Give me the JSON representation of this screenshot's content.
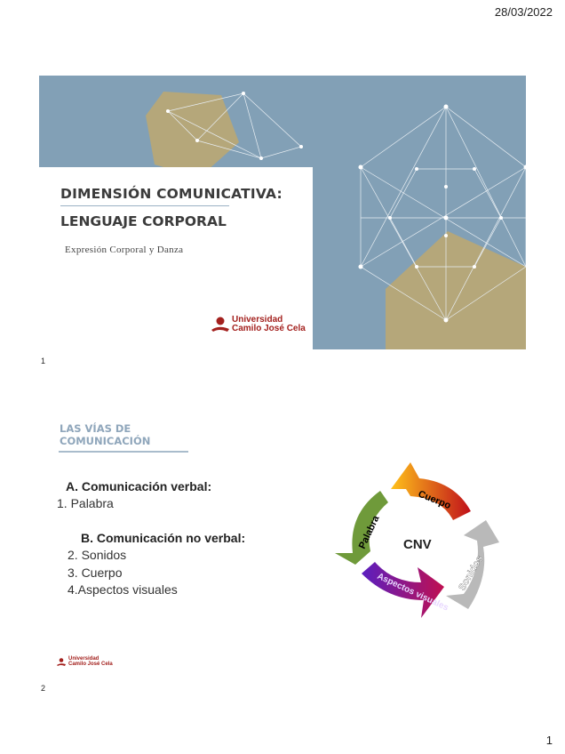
{
  "header": {
    "date": "28/03/2022"
  },
  "slide1": {
    "number": "1",
    "title_line1": "DIMENSIÓN COMUNICATIVA:",
    "title_line2": "LENGUAJE CORPORAL",
    "subtitle": "Expresión Corporal y Danza",
    "logo": {
      "line1": "Universidad",
      "line2": "Camilo José Cela"
    },
    "colors": {
      "background": "#82a0b6",
      "accent_shape": "#b5a77a",
      "logo": "#a3201d"
    }
  },
  "slide2": {
    "number": "2",
    "title_line1": "LAS VÍAS DE",
    "title_line2": "COMUNICACIÓN",
    "section_a": "A. Comunicación verbal:",
    "item1": "1. Palabra",
    "section_b": "B. Comunicación no verbal:",
    "item2": "2. Sonidos",
    "item3": "3. Cuerpo",
    "item4": "4.Aspectos visuales",
    "logo": {
      "line1": "Universidad",
      "line2": "Camilo José Cela"
    },
    "diagram": {
      "center": "CNV",
      "arrows": [
        "Cuerpo",
        "Sonidos",
        "Aspectos visuales",
        "Palabra"
      ],
      "colors": {
        "cuerpo": "#e8501a",
        "sonidos": "#b9b9b9",
        "aspectos": "#8a1fb0",
        "palabra": "#6f9a3a"
      }
    }
  },
  "footer": {
    "page": "1"
  }
}
